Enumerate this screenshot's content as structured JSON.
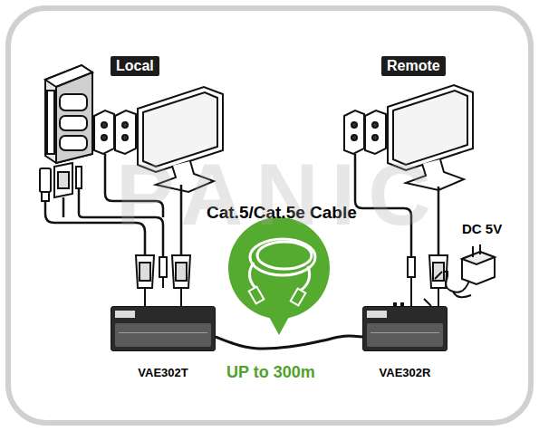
{
  "diagram": {
    "nodes": [
      {
        "text": [
          "Local"
        ]
      },
      {
        "text": [
          "Remote"
        ]
      },
      {
        "text": [
          "VAE302T"
        ]
      },
      {
        "text": [
          "VAE302R"
        ]
      }
    ],
    "edges": [
      {
        "from": 2,
        "to": 3,
        "arrow": "none"
      }
    ],
    "labels": [
      "Cat.5/Cat.5e Cable",
      "UP to 300m",
      "DC 5V",
      "PANIC"
    ]
  }
}
